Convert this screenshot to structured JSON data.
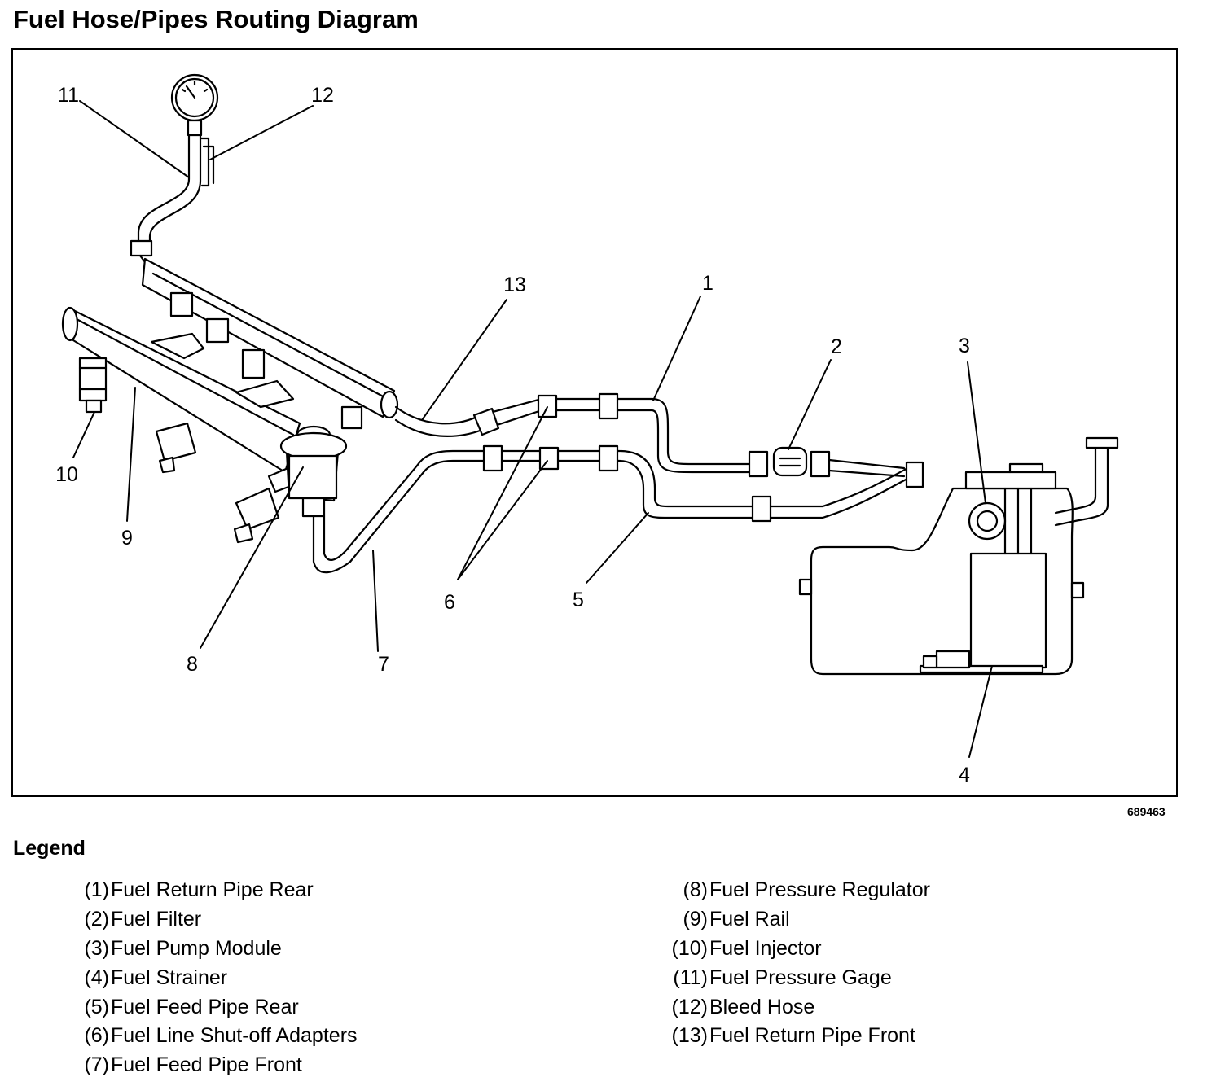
{
  "title": "Fuel Hose/Pipes Routing Diagram",
  "figure_id": "689463",
  "callouts": [
    "1",
    "2",
    "3",
    "4",
    "5",
    "6",
    "7",
    "8",
    "9",
    "10",
    "11",
    "12",
    "13"
  ],
  "legend": {
    "title": "Legend",
    "left": [
      {
        "num": "(1)",
        "text": "Fuel Return Pipe Rear"
      },
      {
        "num": "(2)",
        "text": "Fuel Filter"
      },
      {
        "num": "(3)",
        "text": "Fuel Pump Module"
      },
      {
        "num": "(4)",
        "text": "Fuel Strainer"
      },
      {
        "num": "(5)",
        "text": "Fuel Feed Pipe Rear"
      },
      {
        "num": "(6)",
        "text": "Fuel Line Shut-off Adapters"
      },
      {
        "num": "(7)",
        "text": "Fuel Feed Pipe Front"
      }
    ],
    "right": [
      {
        "num": "(8)",
        "text": "Fuel Pressure Regulator"
      },
      {
        "num": "(9)",
        "text": "Fuel Rail"
      },
      {
        "num": "(10)",
        "text": "Fuel Injector"
      },
      {
        "num": "(11)",
        "text": "Fuel Pressure Gage"
      },
      {
        "num": "(12)",
        "text": "Bleed Hose"
      },
      {
        "num": "(13)",
        "text": "Fuel Return Pipe Front"
      }
    ]
  }
}
